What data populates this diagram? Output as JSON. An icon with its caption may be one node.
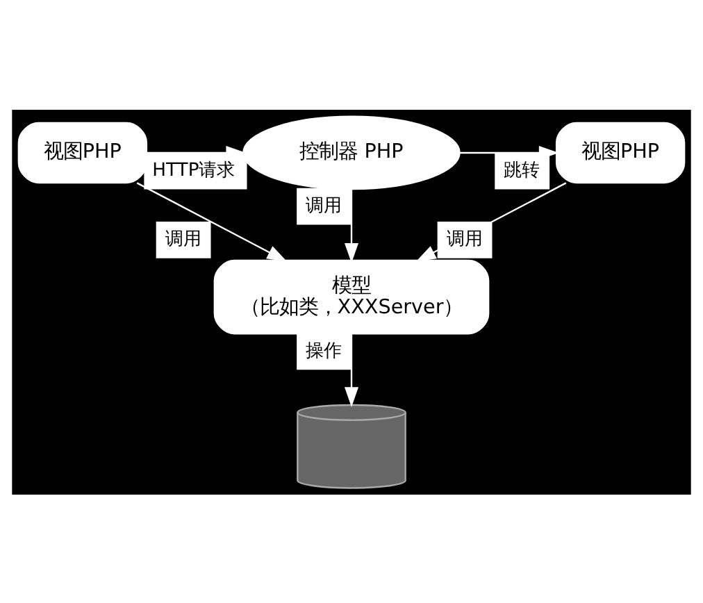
{
  "diagram": {
    "nodes": [
      {
        "text": [
          "视图PHP"
        ]
      },
      {
        "text": [
          "控制器 PHP"
        ]
      },
      {
        "text": [
          "视图PHP"
        ]
      },
      {
        "text": [
          "模型",
          "（比如类，XXXServer）"
        ]
      },
      {
        "text": [],
        "shape": "cylinder"
      }
    ],
    "edges": [
      {
        "from": 0,
        "to": 1,
        "label": "HTTP请求",
        "arrow": "to"
      },
      {
        "from": 1,
        "to": 2,
        "label": "跳转",
        "arrow": "to"
      },
      {
        "from": 0,
        "to": 3,
        "label": "调用",
        "arrow": "to"
      },
      {
        "from": 1,
        "to": 3,
        "label": "调用",
        "arrow": "to"
      },
      {
        "from": 2,
        "to": 3,
        "label": "调用",
        "arrow": "to"
      },
      {
        "from": 3,
        "to": 4,
        "label": "操作",
        "arrow": "to"
      }
    ]
  }
}
